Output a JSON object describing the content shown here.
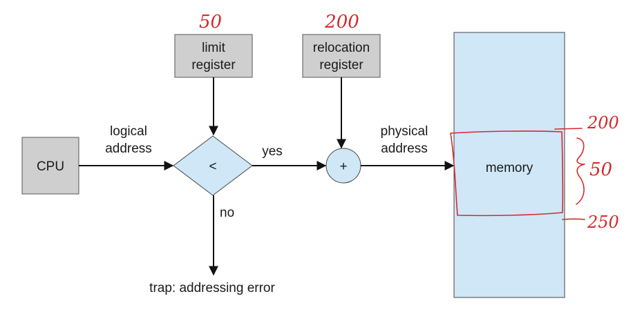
{
  "nodes": {
    "cpu": "CPU",
    "limit_register": [
      "limit",
      "register"
    ],
    "relocation_register": [
      "relocation",
      "register"
    ],
    "compare_symbol": "<",
    "adder_symbol": "+",
    "memory": "memory"
  },
  "edge_labels": {
    "logical_address": [
      "logical",
      "address"
    ],
    "yes": "yes",
    "no": "no",
    "physical_address": [
      "physical",
      "address"
    ],
    "trap": "trap: addressing error"
  },
  "annotations": {
    "limit_value": "50",
    "relocation_value": "200",
    "range_start": "200",
    "range_size": "50",
    "range_end": "250"
  },
  "colors": {
    "gray_box": "#cfcfcf",
    "blue_fill": "#cfe7f7",
    "ink": "#d42a2a"
  }
}
